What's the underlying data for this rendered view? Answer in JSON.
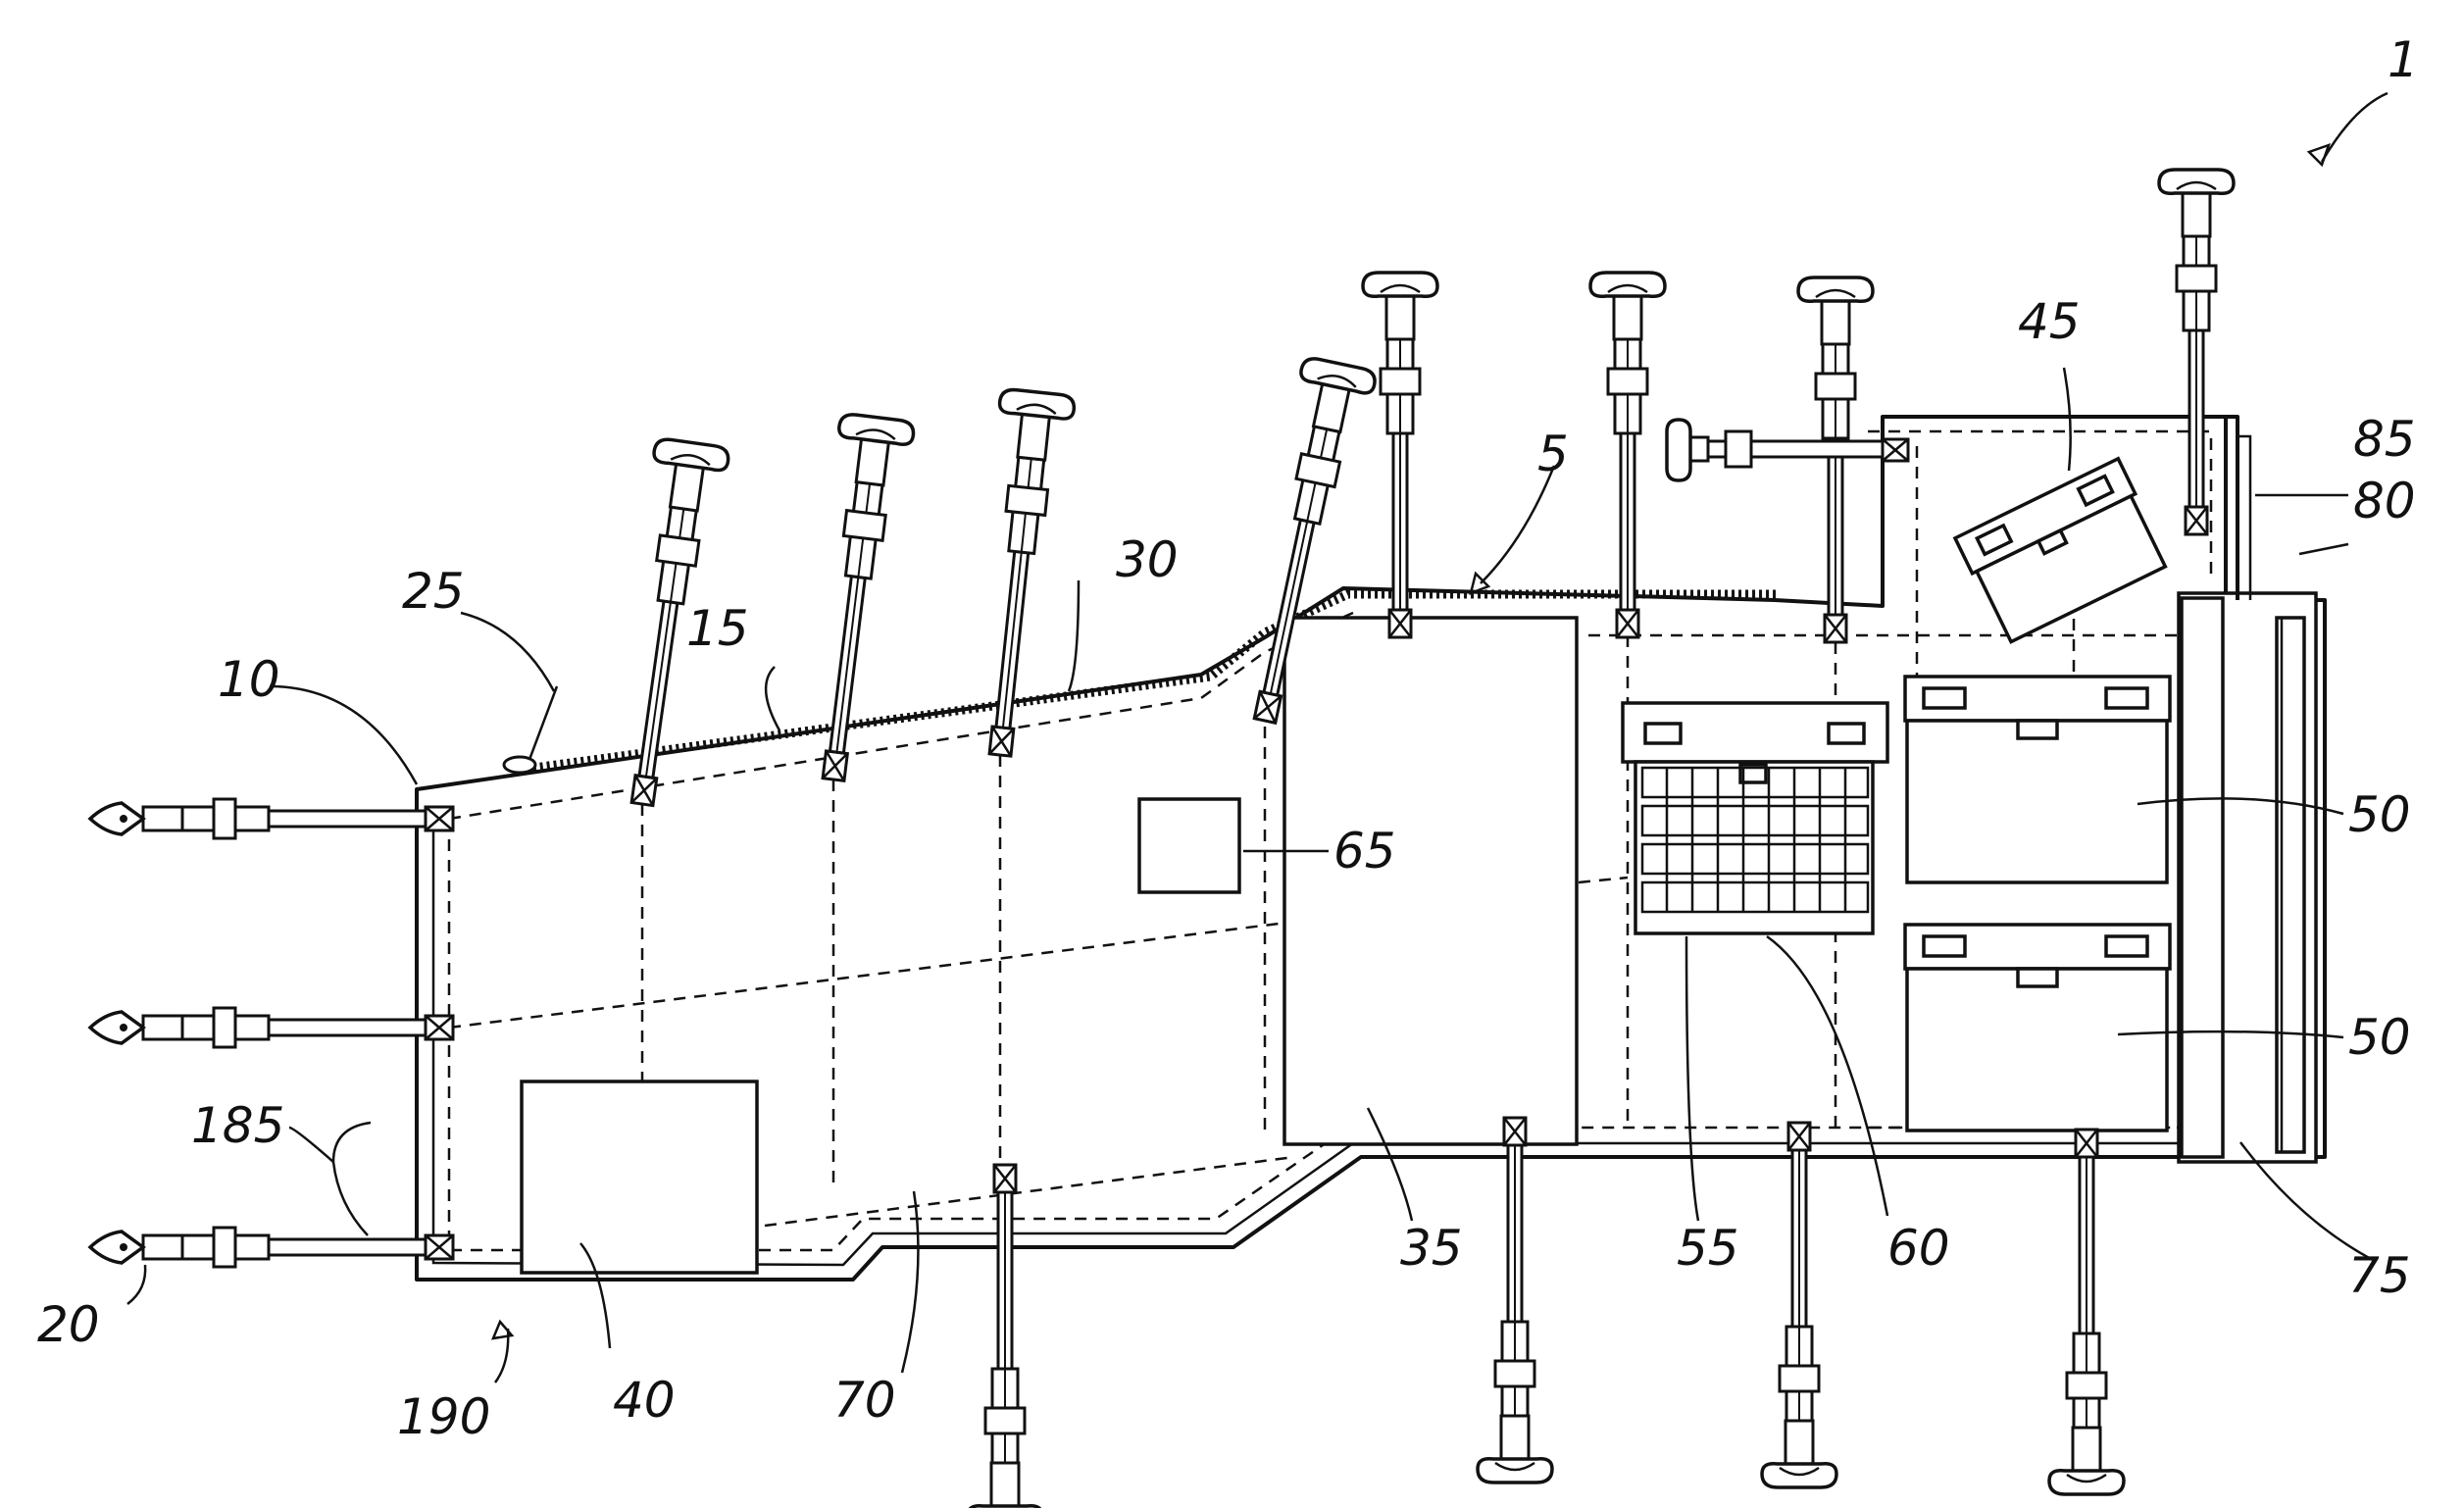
{
  "figure": {
    "reference_numerals": [
      {
        "id": "r1",
        "text": "1"
      },
      {
        "id": "r5",
        "text": "5"
      },
      {
        "id": "r10",
        "text": "10"
      },
      {
        "id": "r15",
        "text": "15"
      },
      {
        "id": "r20",
        "text": "20"
      },
      {
        "id": "r25",
        "text": "25"
      },
      {
        "id": "r30",
        "text": "30"
      },
      {
        "id": "r35",
        "text": "35"
      },
      {
        "id": "r40",
        "text": "40"
      },
      {
        "id": "r45",
        "text": "45"
      },
      {
        "id": "r50a",
        "text": "50"
      },
      {
        "id": "r50b",
        "text": "50"
      },
      {
        "id": "r55",
        "text": "55"
      },
      {
        "id": "r60",
        "text": "60"
      },
      {
        "id": "r65",
        "text": "65"
      },
      {
        "id": "r70",
        "text": "70"
      },
      {
        "id": "r75",
        "text": "75"
      },
      {
        "id": "r80",
        "text": "80"
      },
      {
        "id": "r85",
        "text": "85"
      },
      {
        "id": "r185",
        "text": "185"
      },
      {
        "id": "r190",
        "text": "190"
      }
    ]
  }
}
